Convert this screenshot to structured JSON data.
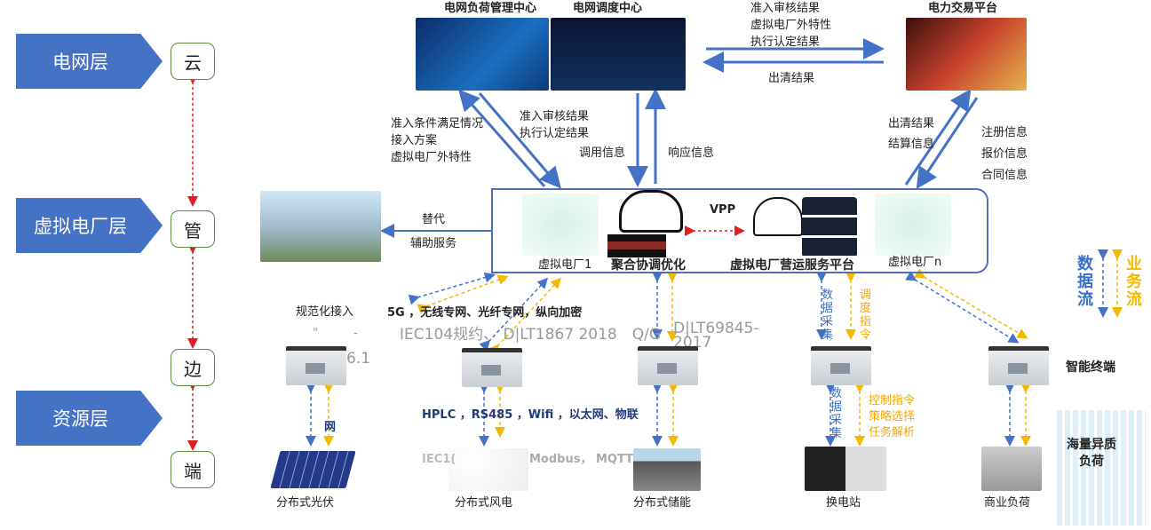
{
  "layers": {
    "grid": "电网层",
    "vpp": "虚拟电厂层",
    "resource": "资源层"
  },
  "tiers": {
    "cloud": "云",
    "manage": "管",
    "edge": "边",
    "end": "端"
  },
  "top": {
    "load_center": "电网负荷管理中心",
    "dispatch_center": "电网调度中心",
    "trade_platform": "电力交易平台"
  },
  "flows": {
    "to_trade": [
      "准入审核结果",
      "虚拟电厂外特性",
      "执行认定结果"
    ],
    "from_trade": "出清结果",
    "to_load": [
      "准入条件满足情况",
      "接入方案",
      "虚拟电厂外特性"
    ],
    "from_load": [
      "准入审核结果",
      "执行认定结果"
    ],
    "call": "调用信息",
    "response": "响应信息",
    "trade_down": [
      "出清结果",
      "结算信息"
    ],
    "trade_up": [
      "注册信息",
      "报价信息",
      "合同信息"
    ],
    "replace": "替代",
    "aux": "辅助服务"
  },
  "vpp": {
    "plant1": "虚拟电厂1",
    "aggregate": "聚合协调优化",
    "vpp_label": "VPP",
    "platform": "虚拟电厂营运服务平台",
    "plantn": "虚拟电厂n"
  },
  "legend": {
    "data_flow": "数据流",
    "business_flow": "业务流"
  },
  "comm": {
    "standard": "规范化接入",
    "net": "5G ，无线专网、光纤专网，纵向加密",
    "proto": "IEC104规约、 D|LT1867 2018　Q/G",
    "proto2": "D|LT69845-2017",
    "frag1": "\"",
    "frag2": "-",
    "frag3": "6.1",
    "field": "HPLC ，RS485 ，Wifi ，以太网、物联",
    "field_frag": "网",
    "field_proto": "IEC1(",
    "field_proto2": "Modbus， MQTT",
    "data_collect": "数据采集",
    "dispatch_cmd": "调度指令",
    "ctrl": [
      "控制指令",
      "策略选择",
      "任务解析"
    ]
  },
  "terminal": "智能终端",
  "load_label": [
    "海量异质",
    "负荷"
  ],
  "resources": {
    "pv": "分布式光伏",
    "wind": "分布式风电",
    "storage": "分布式储能",
    "swap": "换电站",
    "commercial": "商业负荷"
  }
}
